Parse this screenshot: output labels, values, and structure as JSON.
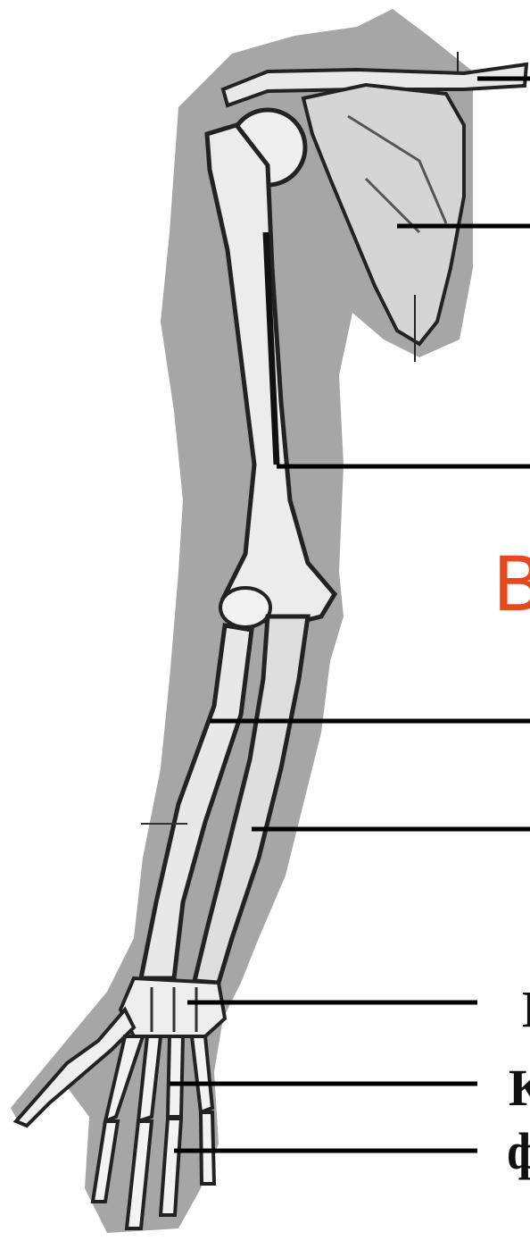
{
  "figure": {
    "marker_letter": "B",
    "marker_color": "#e54a1f",
    "illustration": "skeleton-of-upper-limb",
    "labels": {
      "wrist": "Г",
      "metacarpal": "К",
      "phalanges": "ф"
    }
  }
}
